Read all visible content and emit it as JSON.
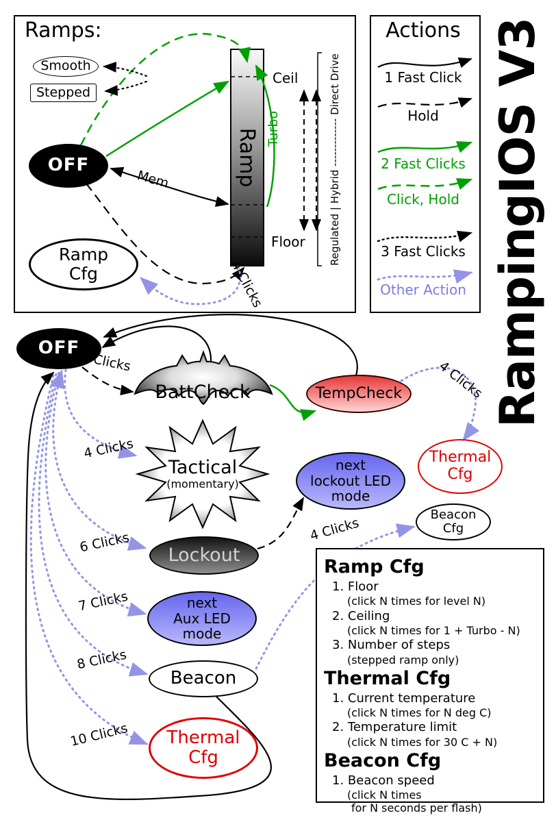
{
  "title": "RampingIOS V3",
  "ramps": {
    "title": "Ramps:",
    "smooth_label": "Smooth",
    "stepped_label": "Stepped",
    "off_label": "OFF",
    "ramp_cfg_line1": "Ramp",
    "ramp_cfg_line2": "Cfg",
    "bar_label": "Ramp",
    "ceil_label": "Ceil",
    "floor_label": "Floor",
    "turbo_label": "Turbo",
    "mem_label": "Mem",
    "four_clicks_label": "4 Clicks",
    "drive_scale_label": "Regulated | Hybrid ------------- Direct Drive"
  },
  "actions": {
    "title": "Actions",
    "items": [
      {
        "label": "1 Fast Click",
        "style": "solid-black"
      },
      {
        "label": "Hold",
        "style": "dashed-black"
      },
      {
        "label": "2 Fast Clicks",
        "style": "solid-green"
      },
      {
        "label": "Click, Hold",
        "style": "dashed-green"
      },
      {
        "label": "3 Fast Clicks",
        "style": "dotted-black"
      },
      {
        "label": "Other Action",
        "style": "dotted-purple"
      }
    ]
  },
  "states": {
    "off_label": "OFF",
    "battcheck_label": "BattCheck",
    "tempcheck_label": "TempCheck",
    "thermal_cfg_top": {
      "line1": "Thermal",
      "line2": "Cfg"
    },
    "tactical": {
      "line1": "Tactical",
      "line2": "(momentary)"
    },
    "lockout_label": "Lockout",
    "next_lockout": {
      "line1": "next",
      "line2": "lockout LED",
      "line3": "mode"
    },
    "beacon_cfg": {
      "line1": "Beacon",
      "line2": "Cfg"
    },
    "next_aux": {
      "line1": "next",
      "line2": "Aux LED",
      "line3": "mode"
    },
    "beacon_label": "Beacon",
    "thermal_cfg_bottom": {
      "line1": "Thermal",
      "line2": "Cfg"
    }
  },
  "edges": {
    "clicks3": "3 Clicks",
    "clicks4_tactical": "4 Clicks",
    "clicks4_thermal": "4 Clicks",
    "clicks4_beacon": "4 Clicks",
    "clicks6": "6 Clicks",
    "clicks7": "7 Clicks",
    "clicks8": "8 Clicks",
    "clicks10": "10 Clicks"
  },
  "config": {
    "sections": [
      {
        "title": "Ramp Cfg",
        "items": [
          {
            "main": "1. Floor",
            "subs": [
              "(click N times for level N)"
            ]
          },
          {
            "main": "2. Ceiling",
            "subs": [
              "(click N times for 1 + Turbo - N)"
            ]
          },
          {
            "main": "3. Number of steps",
            "subs": [
              "(stepped ramp only)"
            ]
          }
        ]
      },
      {
        "title": "Thermal Cfg",
        "items": [
          {
            "main": "1. Current temperature",
            "subs": [
              "(click N times for N deg C)"
            ]
          },
          {
            "main": "2. Temperature limit",
            "subs": [
              "(click N times for 30 C + N)"
            ]
          }
        ]
      },
      {
        "title": "Beacon Cfg",
        "items": [
          {
            "main": "1. Beacon speed",
            "subs": [
              "(click N times",
              "for N seconds per flash)"
            ]
          }
        ]
      }
    ]
  },
  "colors": {
    "green": "#00a000",
    "purple": "#9494e6",
    "red": "#e00000",
    "black": "#000000"
  }
}
